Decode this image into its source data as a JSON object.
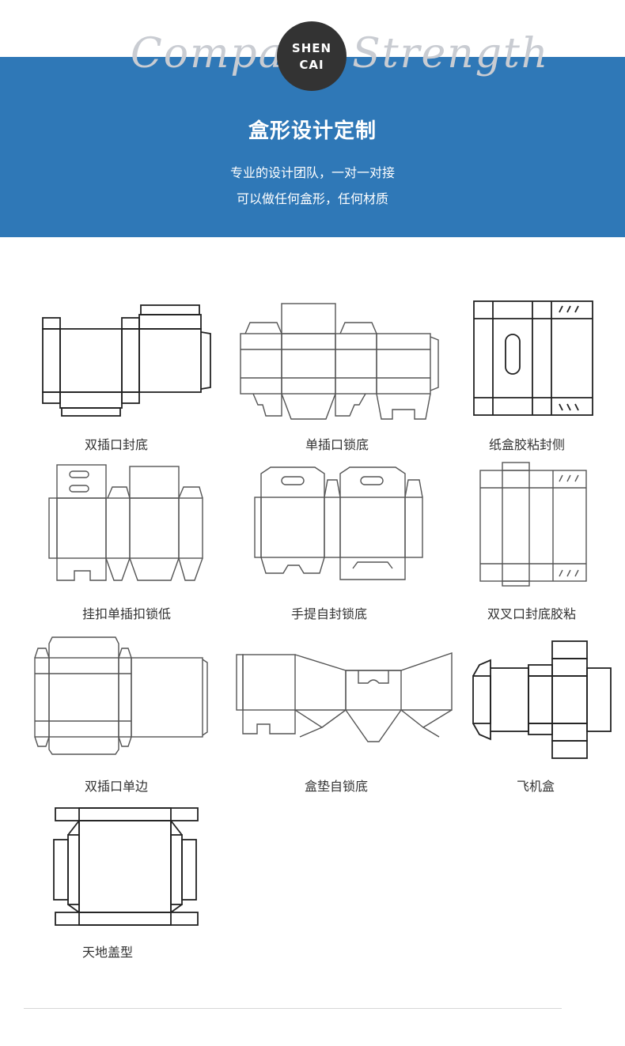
{
  "header": {
    "script_text": "Company Strength",
    "logo_line1": "SHEN",
    "logo_line2": "CAI",
    "title": "盒形设计定制",
    "subtitle_line1": "专业的设计团队，一对一对接",
    "subtitle_line2": "可以做任何盒形，任何材质",
    "banner_color": "#2f78b7"
  },
  "box_types": [
    {
      "label": "双插口封底"
    },
    {
      "label": "单插口锁底"
    },
    {
      "label": "纸盒胶粘封侧"
    },
    {
      "label": "挂扣单插扣锁低"
    },
    {
      "label": "手提自封锁底"
    },
    {
      "label": "双叉口封底胶粘"
    },
    {
      "label": "双插口单边"
    },
    {
      "label": "盒垫自锁底"
    },
    {
      "label": "飞机盒"
    },
    {
      "label": "天地盖型"
    }
  ]
}
